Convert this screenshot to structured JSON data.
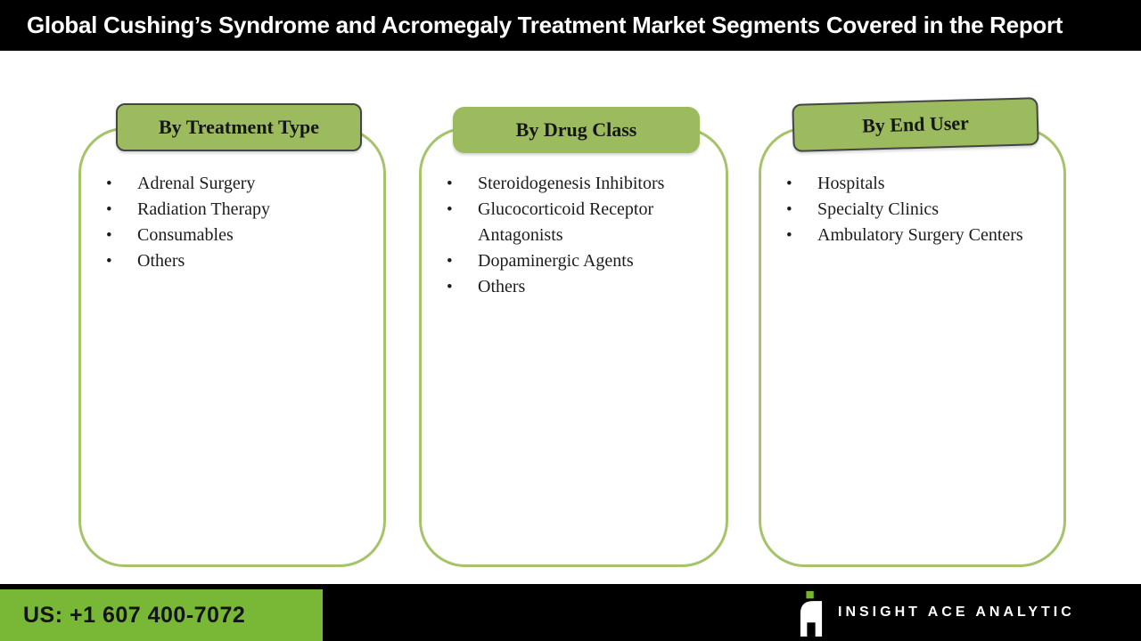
{
  "header": {
    "title": "Global Cushing’s Syndrome and Acromegaly Treatment Market Segments Covered in the Report"
  },
  "segments": [
    {
      "title": "By Treatment Type",
      "items": [
        "Adrenal Surgery",
        "Radiation Therapy",
        "Consumables",
        "Others"
      ]
    },
    {
      "title": "By Drug Class",
      "items": [
        "Steroidogenesis Inhibitors",
        "Glucocorticoid Receptor Antagonists",
        "Dopaminergic Agents",
        "Others"
      ]
    },
    {
      "title": "By End User",
      "items": [
        "Hospitals",
        "Specialty Clinics",
        "Ambulatory Surgery Centers"
      ]
    }
  ],
  "footer": {
    "phone": "US: +1 607 400-7072",
    "brand": "INSIGHT ACE ANALYTIC",
    "logo": "insight-ace-logo"
  },
  "colors": {
    "title_bar_bg": "#000000",
    "title_text": "#ffffff",
    "tab_green": "#9bbb5e",
    "box_border_green": "#a5c46a",
    "footer_green": "#78b836",
    "logo_green": "#74b62e",
    "body_text": "#1c1c1c"
  },
  "bullet_glyph": "•"
}
